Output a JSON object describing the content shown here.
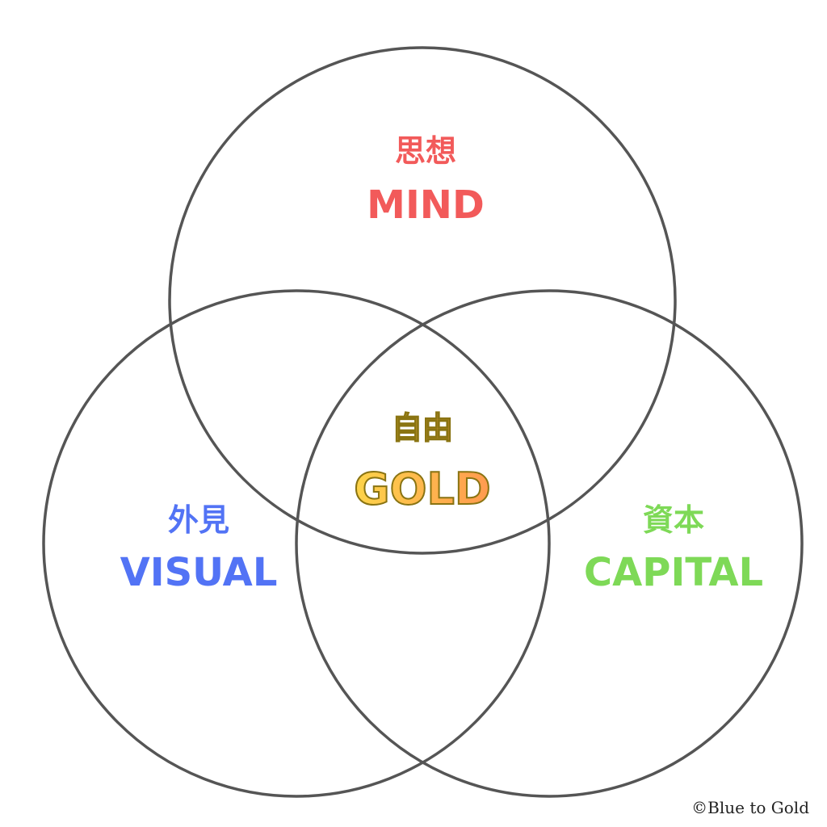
{
  "sets": [
    {
      "id": "mind",
      "jp": "思想",
      "en": "MIND",
      "color": "#f25a5a"
    },
    {
      "id": "visual",
      "jp": "外見",
      "en": "VISUAL",
      "color": "#5273f5"
    },
    {
      "id": "capital",
      "jp": "資本",
      "en": "CAPITAL",
      "color": "#7ed957"
    }
  ],
  "center": {
    "jp": "自由",
    "en": "GOLD",
    "gradient": [
      "#fdd44a",
      "#ff9a50"
    ],
    "stroke": "#8a7412"
  },
  "circle_color": "#555555",
  "credit": "©Blue to Gold"
}
